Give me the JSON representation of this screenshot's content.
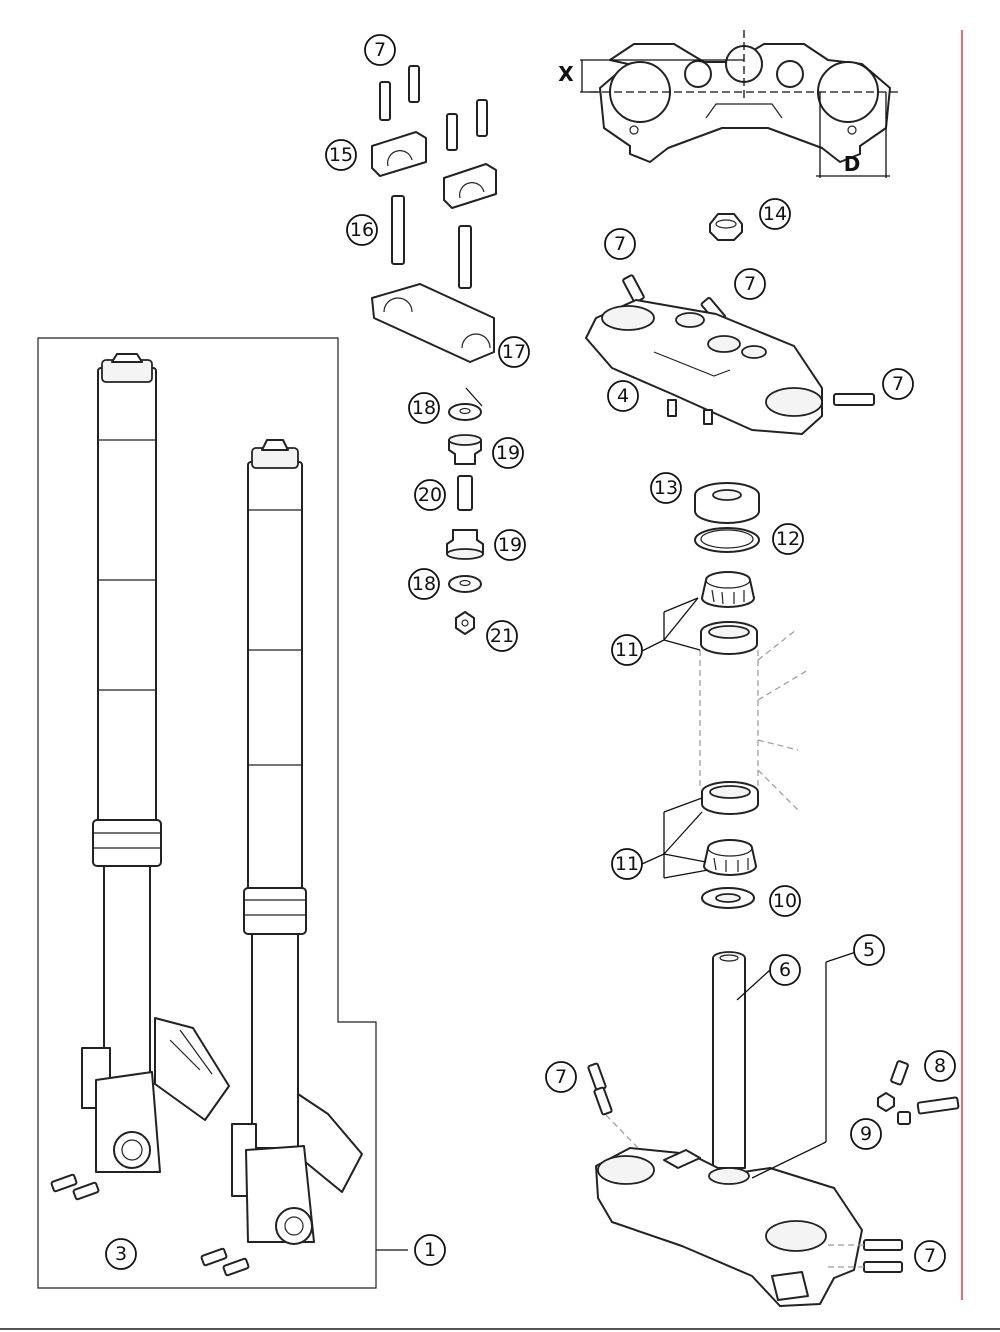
{
  "labels": {
    "p1": "1",
    "p3": "3",
    "p4": "4",
    "p5": "5",
    "p6": "6",
    "p7": "7",
    "p8": "8",
    "p9": "9",
    "p10": "10",
    "p11": "11",
    "p12": "12",
    "p13": "13",
    "p14": "14",
    "p15": "15",
    "p16": "16",
    "p17": "17",
    "p18": "18",
    "p19": "19",
    "p20": "20",
    "p21": "21"
  },
  "dimensions": {
    "x": "X",
    "d": "D"
  },
  "colors": {
    "line": "#222222",
    "ghost": "#9a9a9a",
    "margin_rule": "#e23a3a"
  }
}
